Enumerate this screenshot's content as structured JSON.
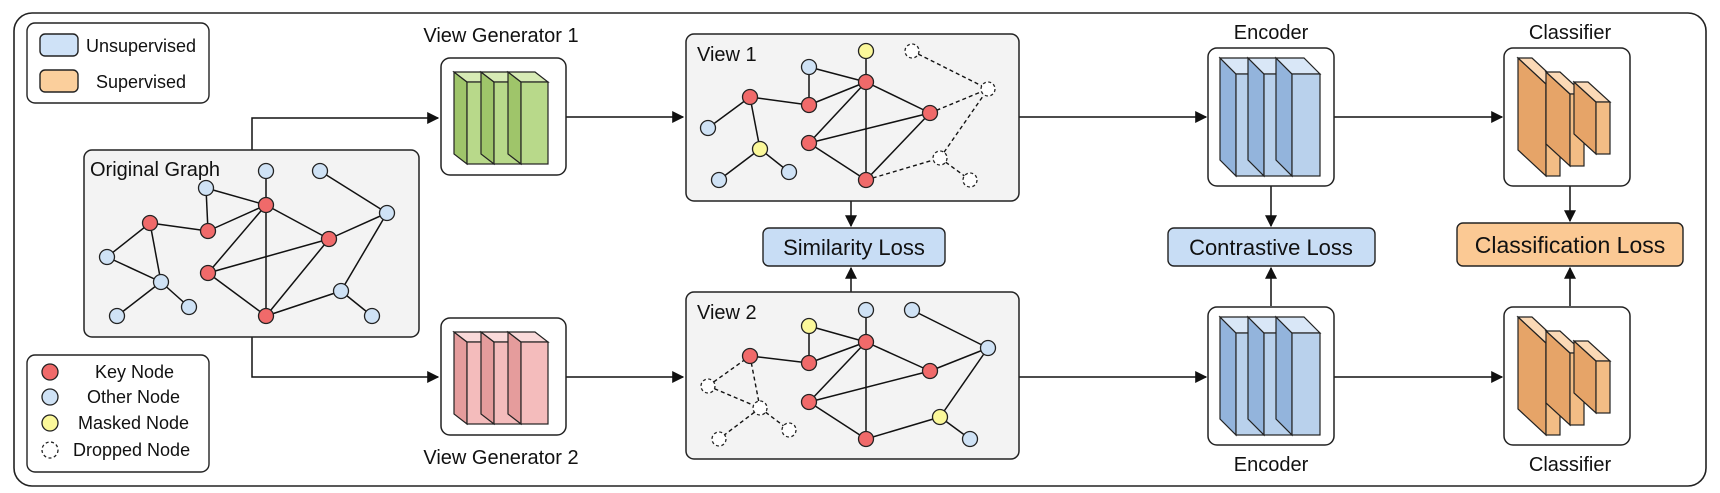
{
  "legend_top": {
    "unsupervised": "Unsupervised",
    "supervised": "Supervised",
    "unsupervised_color": "#cfe2f7",
    "supervised_color": "#fbcf9c"
  },
  "legend_bottom": {
    "key_node": "Key Node",
    "other_node": "Other Node",
    "masked_node": "Masked Node",
    "dropped_node": "Dropped Node"
  },
  "colors": {
    "key_node": "#f06a6a",
    "other_node": "#cfe2f5",
    "masked_node": "#fbf89a",
    "generator1": "#b8d98a",
    "generator2": "#f4bcbc",
    "encoder": "#b9d1ec",
    "classifier": "#f3bd85",
    "panel": "#f3f3f3",
    "loss_unsup": "#c8ddf5",
    "loss_sup": "#fbc994"
  },
  "original_graph": {
    "title": "Original Graph"
  },
  "view_generator_1": {
    "title": "View Generator 1"
  },
  "view_generator_2": {
    "title": "View Generator 2"
  },
  "view1": {
    "title": "View 1"
  },
  "view2": {
    "title": "View 2"
  },
  "similarity_loss": "Similarity Loss",
  "contrastive_loss": "Contrastive Loss",
  "classification_loss": "Classification Loss",
  "encoder_top": "Encoder",
  "encoder_bottom": "Encoder",
  "classifier_top": "Classifier",
  "classifier_bottom": "Classifier"
}
